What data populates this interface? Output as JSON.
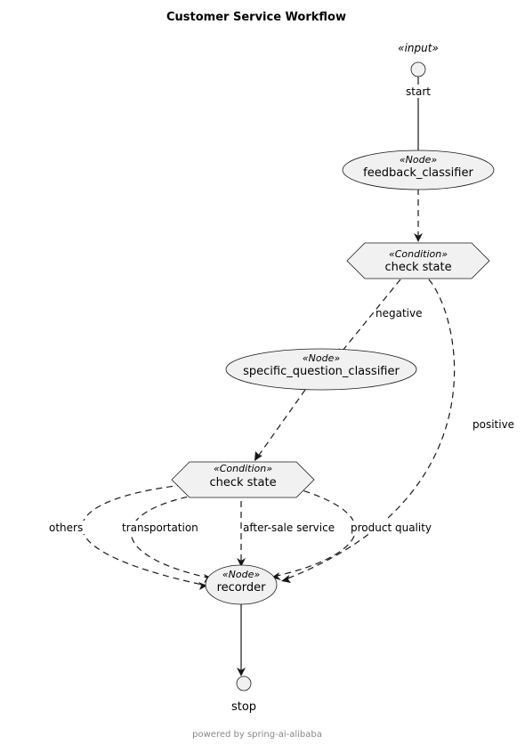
{
  "title": "Customer Service Workflow",
  "footer": "powered by spring-ai-alibaba",
  "colors": {
    "node_fill": "#f1f1f1",
    "stroke": "#181818",
    "text": "#000000",
    "footer_text": "#888888"
  },
  "nodes": {
    "start": {
      "stereotype": "«input»",
      "label": "start"
    },
    "feedback_classifier": {
      "stereotype": "«Node»",
      "label": "feedback_classifier"
    },
    "check_state_1": {
      "stereotype": "«Condition»",
      "label": "check state"
    },
    "specific_question_classifier": {
      "stereotype": "«Node»",
      "label": "specific_question_classifier"
    },
    "check_state_2": {
      "stereotype": "«Condition»",
      "label": "check state"
    },
    "recorder": {
      "stereotype": "«Node»",
      "label": "recorder"
    },
    "stop": {
      "label": "stop"
    }
  },
  "edges": {
    "negative": "negative",
    "positive": "positive",
    "others": "others",
    "transportation": "transportation",
    "after_sale": "after-sale service",
    "product_quality": "product quality"
  }
}
